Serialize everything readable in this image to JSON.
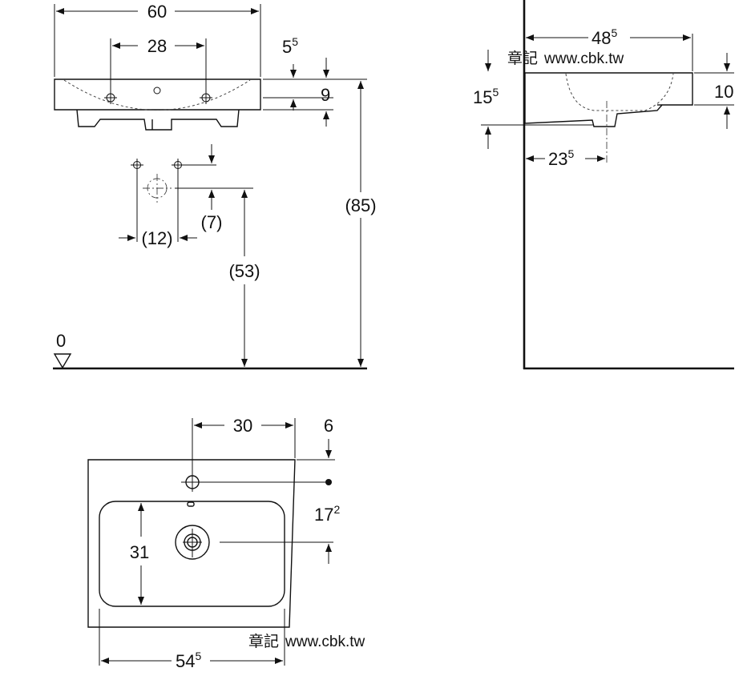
{
  "front_view": {
    "width": "60",
    "tap_hole_spacing": "28",
    "rim_offset_main": "5",
    "rim_offset_sup": "5",
    "rim_height": "9",
    "overall_height": "(85)",
    "supply_height": "(53)",
    "supply_offset": "(7)",
    "supply_spacing": "(12)",
    "floor_level": "0"
  },
  "side_view": {
    "depth_main": "48",
    "depth_sup": "5",
    "wall_offset_main": "15",
    "wall_offset_sup": "5",
    "body_height": "10",
    "waste_offset_main": "23",
    "waste_offset_sup": "5"
  },
  "top_view": {
    "tap_offset": "30",
    "back_offset": "6",
    "waste_offset_main": "17",
    "waste_offset_sup": "2",
    "bowl_depth": "31",
    "bowl_width_main": "54",
    "bowl_width_sup": "5"
  },
  "watermark": {
    "brand": "章記",
    "url": "www.cbk.tw"
  }
}
